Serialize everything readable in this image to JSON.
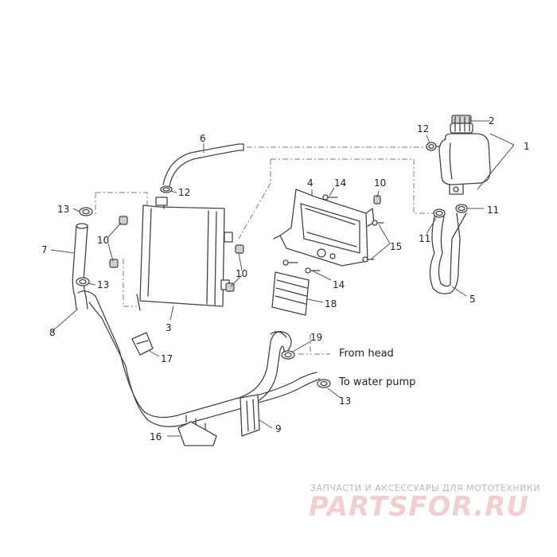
{
  "callouts": {
    "c1": "1",
    "c2": "2",
    "c3": "3",
    "c4": "4",
    "c5": "5",
    "c6": "6",
    "c7": "7",
    "c8": "8",
    "c9": "9",
    "c10a": "10",
    "c10b": "10",
    "c10c": "10",
    "c11a": "11",
    "c11b": "11",
    "c12a": "12",
    "c12b": "12",
    "c13a": "13",
    "c13b": "13",
    "c13c": "13",
    "c14a": "14",
    "c14b": "14",
    "c15": "15",
    "c16": "16",
    "c17": "17",
    "c18": "18",
    "c19": "19"
  },
  "notes": {
    "from_head": "From head",
    "to_water_pump": "To water pump"
  },
  "watermark": {
    "tagline": "ЗАПЧАСТИ И АКСЕССУАРЫ ДЛЯ МОТОТЕХНИКИ",
    "brand": "PARTSFOR.RU"
  }
}
